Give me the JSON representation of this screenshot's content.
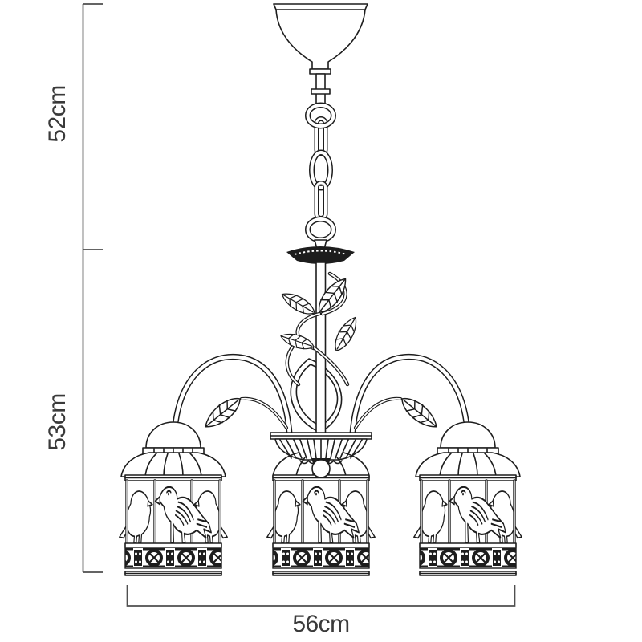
{
  "diagram": {
    "subject": "three-arm birdcage chandelier line drawing",
    "dimension_labels": {
      "upper": "52cm",
      "lower": "53cm",
      "width": "56cm"
    },
    "colors": {
      "background": "#ffffff",
      "line": "#1d1d1d",
      "dimension_line": "#4f4f4f",
      "dimension_text": "#3a3a3a"
    }
  }
}
